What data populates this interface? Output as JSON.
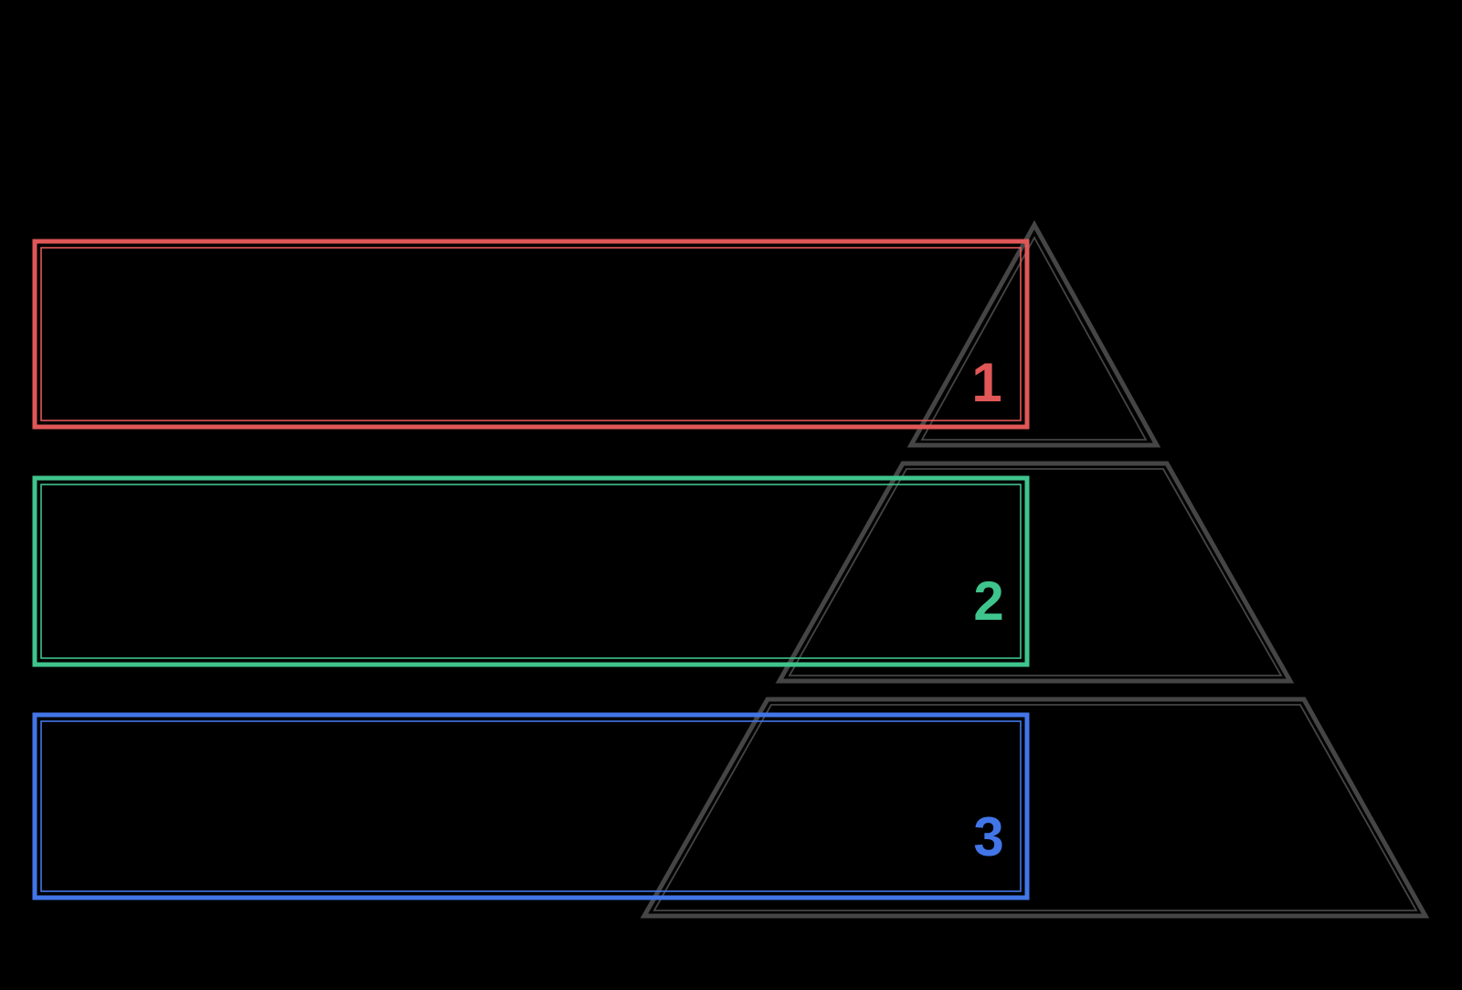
{
  "canvas": {
    "background_color": "#000000"
  },
  "diagram": {
    "kind": "three-tier-pyramid-with-layer-bars",
    "pyramid": {
      "tier_count": 3,
      "outline_color": "#454545"
    },
    "layers": [
      {
        "id": "layer-1",
        "label": "1",
        "color": "#e15757"
      },
      {
        "id": "layer-2",
        "label": "2",
        "color": "#3fc48d"
      },
      {
        "id": "layer-3",
        "label": "3",
        "color": "#4276e8"
      }
    ]
  }
}
